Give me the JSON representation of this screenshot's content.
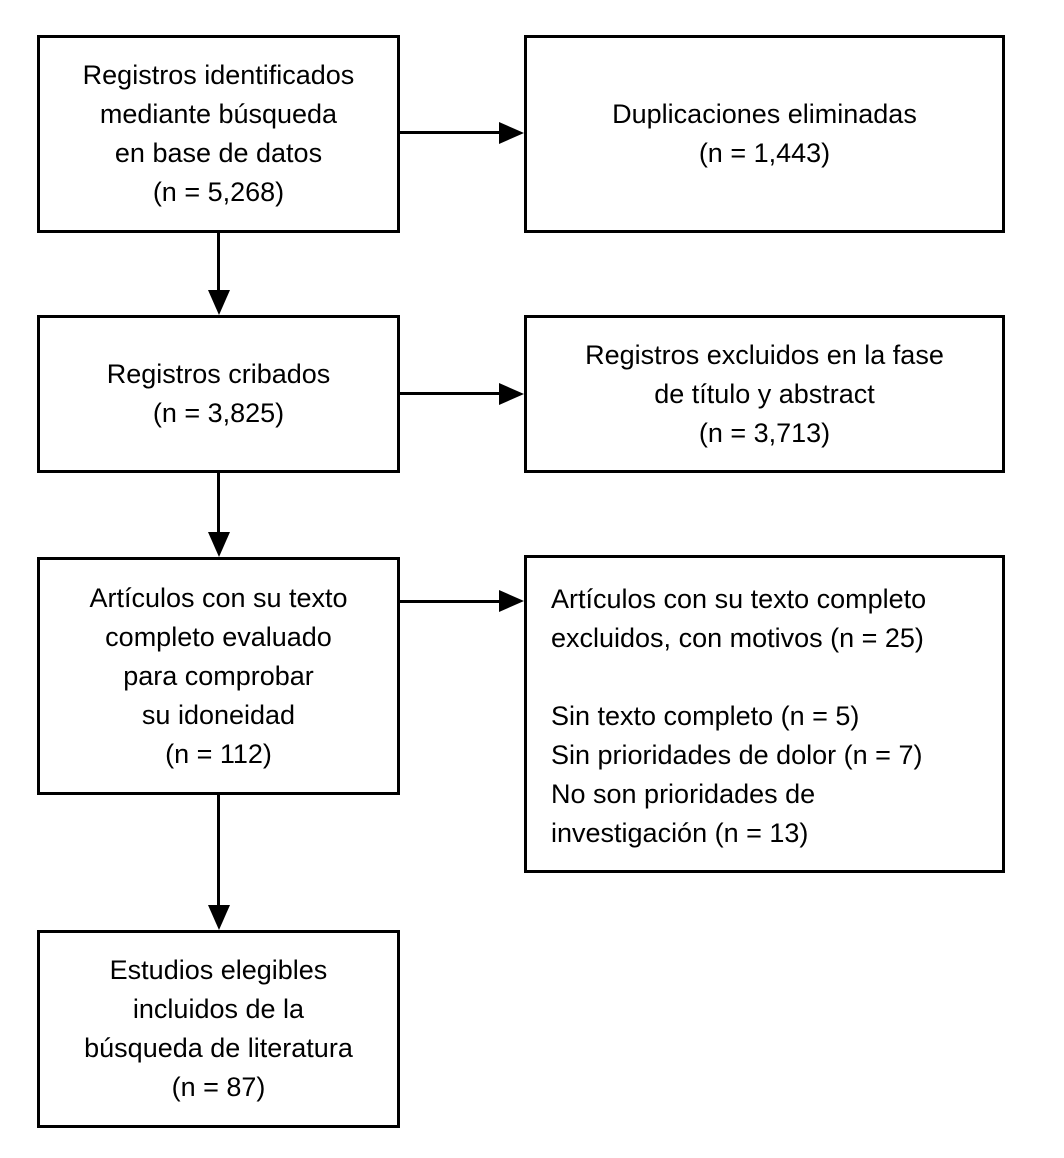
{
  "diagram": {
    "type": "prisma-flowchart",
    "colors": {
      "background": "#ffffff",
      "line": "#000000",
      "text": "#000000"
    },
    "boxes": {
      "identified": {
        "text": "Registros identificados\nmediante búsqueda\nen base de datos\n(n = 5,268)",
        "n": 5268
      },
      "duplicates_removed": {
        "text": "Duplicaciones eliminadas\n(n = 1,443)",
        "n": 1443
      },
      "screened": {
        "text": "Registros cribados\n(n = 3,825)",
        "n": 3825
      },
      "excluded_title_abstract": {
        "text": "Registros excluidos en la fase\nde título y abstract\n(n = 3,713)",
        "n": 3713
      },
      "fulltext_assessed": {
        "text": "Artículos con su texto\ncompleto evaluado\npara comprobar\nsu idoneidad\n(n = 112)",
        "n": 112
      },
      "fulltext_excluded": {
        "text": "Artículos con su texto completo\nexcluidos, con motivos (n = 25)\n\nSin texto completo (n = 5)\nSin prioridades de dolor (n = 7)\nNo son prioridades de\ninvestigación (n = 13)",
        "n": 25,
        "reasons": [
          {
            "label": "Sin texto completo",
            "n": 5
          },
          {
            "label": "Sin prioridades de dolor",
            "n": 7
          },
          {
            "label": "No son prioridades de investigación",
            "n": 13
          }
        ]
      },
      "included": {
        "text": "Estudios elegibles\nincluidos de la\nbúsqueda de literatura\n(n = 87)",
        "n": 87
      }
    },
    "arrows": [
      {
        "from": "identified",
        "to": "duplicates_removed",
        "direction": "right"
      },
      {
        "from": "identified",
        "to": "screened",
        "direction": "down"
      },
      {
        "from": "screened",
        "to": "excluded_title_abstract",
        "direction": "right"
      },
      {
        "from": "screened",
        "to": "fulltext_assessed",
        "direction": "down"
      },
      {
        "from": "fulltext_assessed",
        "to": "fulltext_excluded",
        "direction": "right"
      },
      {
        "from": "fulltext_assessed",
        "to": "included",
        "direction": "down"
      }
    ]
  }
}
